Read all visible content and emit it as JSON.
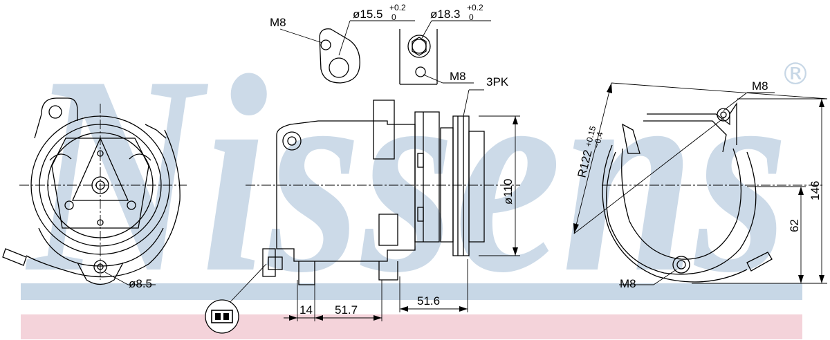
{
  "colors": {
    "brand_watermark": "#c7d7e6",
    "brand_stripe_blue": "#c7d7e6",
    "brand_stripe_pink": "#f4d3da",
    "line": "#000000"
  },
  "watermark": {
    "brand_text": "Nissens",
    "registered_mark": "®"
  },
  "labels": {
    "bolt_m8_top": "M8",
    "hole_15_5": "ø15.5",
    "hole_15_5_tol_upper": "+0.2",
    "hole_15_5_tol_lower": "0",
    "hole_18_3": "ø18.3",
    "hole_18_3_tol_upper": "+0.2",
    "hole_18_3_tol_lower": "0",
    "bolt_m8_mid": "M8",
    "pulley_type": "3PK",
    "radius": "R122",
    "radius_tol_upper": "+0.15",
    "radius_tol_lower": "−0.4",
    "bolt_m8_right_top": "M8",
    "bolt_m8_right_bottom": "M8",
    "hole_8_5": "ø8.5",
    "pulley_diameter": "ø110",
    "height_146": "146",
    "height_62": "62",
    "dim_14": "14",
    "dim_51_7": "51.7",
    "dim_51_6": "51.6"
  },
  "icons": {
    "connector": "electrical-connector-icon"
  }
}
